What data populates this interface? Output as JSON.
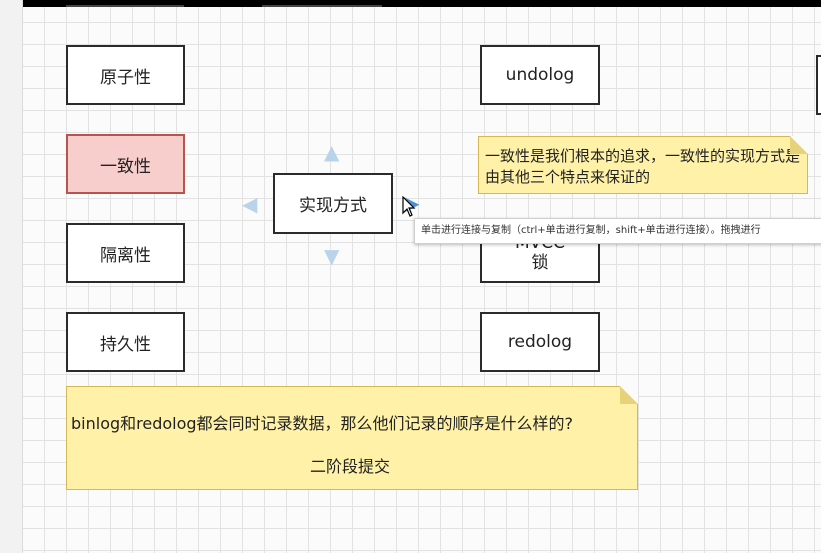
{
  "diagram": {
    "left_column": [
      {
        "label": "原子性",
        "highlight": false
      },
      {
        "label": "一致性",
        "highlight": true
      },
      {
        "label": "隔离性",
        "highlight": false
      },
      {
        "label": "持久性",
        "highlight": false
      }
    ],
    "center_box": "实现方式",
    "right_column": [
      {
        "label": "undolog"
      },
      {
        "label": "MVCC\n锁"
      },
      {
        "label": "redolog"
      }
    ],
    "note_consistency": "一致性是我们根本的追求，一致性的实现方式是由其他三个特点来保证的",
    "note_binlog_question": "binlog和redolog都会同时记录数据，那么他们记录的顺序是什么样的?",
    "note_binlog_answer": "二阶段提交",
    "tooltip": "单击进行连接与复制（ctrl+单击进行复制，shift+单击进行连接）。拖拽进行",
    "colors": {
      "highlight_fill": "#f8cecc",
      "highlight_border": "#b85450",
      "note_fill": "#fff2a8",
      "connector_arrow": "#4a90d9"
    },
    "icons": [
      "arrow-up-icon",
      "arrow-down-icon",
      "arrow-left-icon",
      "arrow-right-icon",
      "mouse-cursor-icon"
    ]
  }
}
